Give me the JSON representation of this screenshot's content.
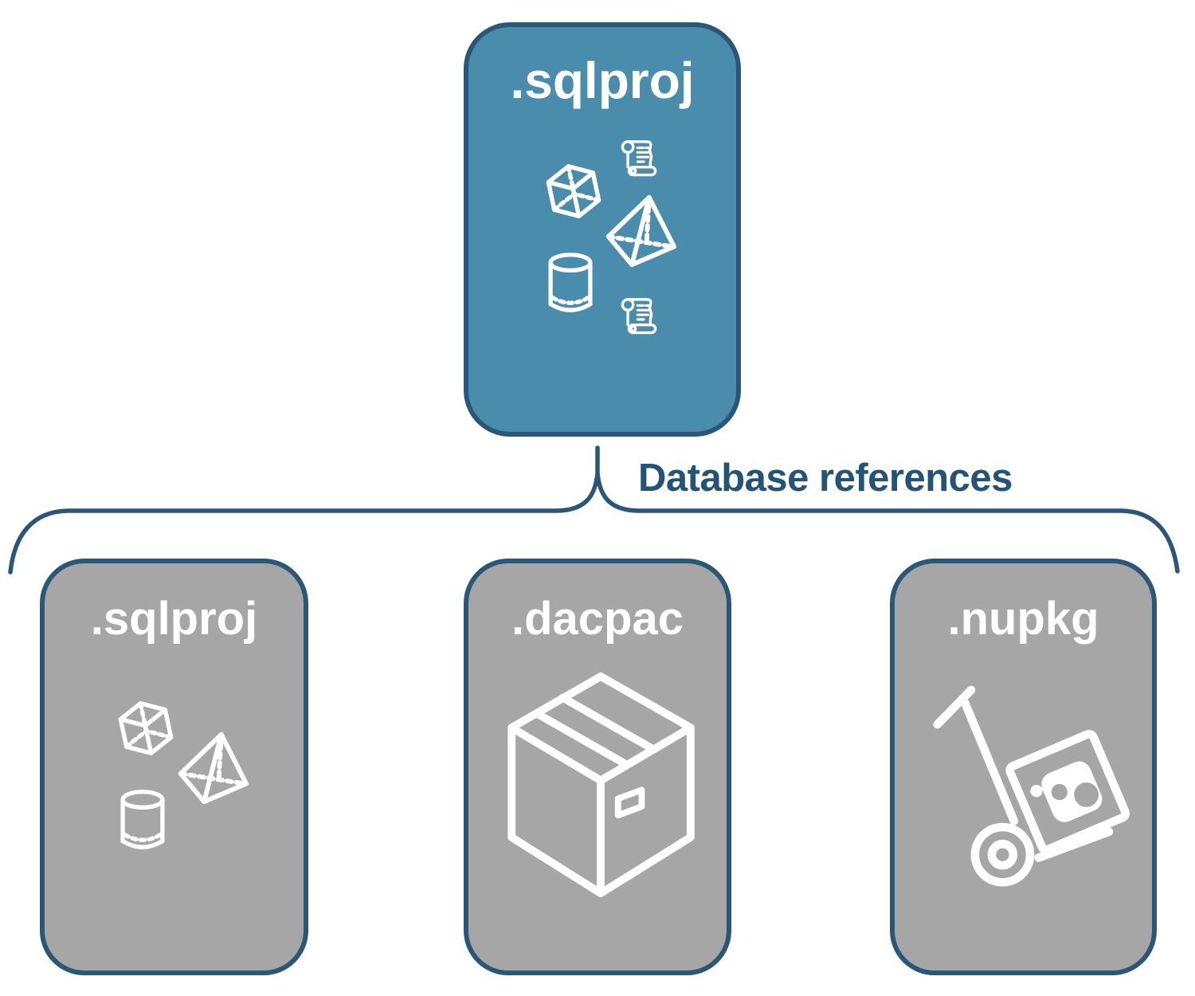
{
  "diagram": {
    "root": {
      "label": ".sqlproj",
      "icons": [
        "scroll-icon",
        "cube-icon",
        "pyramid-icon",
        "cylinder-icon",
        "scroll-icon"
      ]
    },
    "connector": {
      "label": "Database references"
    },
    "children": [
      {
        "label": ".sqlproj",
        "icons": [
          "cube-icon",
          "pyramid-icon",
          "cylinder-icon"
        ]
      },
      {
        "label": ".dacpac",
        "icons": [
          "package-box-icon"
        ]
      },
      {
        "label": ".nupkg",
        "icons": [
          "hand-truck-package-icon"
        ]
      }
    ],
    "colors": {
      "background": "#FFFFFF",
      "root_fill": "#4A8CAC",
      "child_fill": "#A6A6A6",
      "outline": "#2A5778",
      "connector_text": "#235377",
      "icon": "#FFFFFF"
    }
  }
}
